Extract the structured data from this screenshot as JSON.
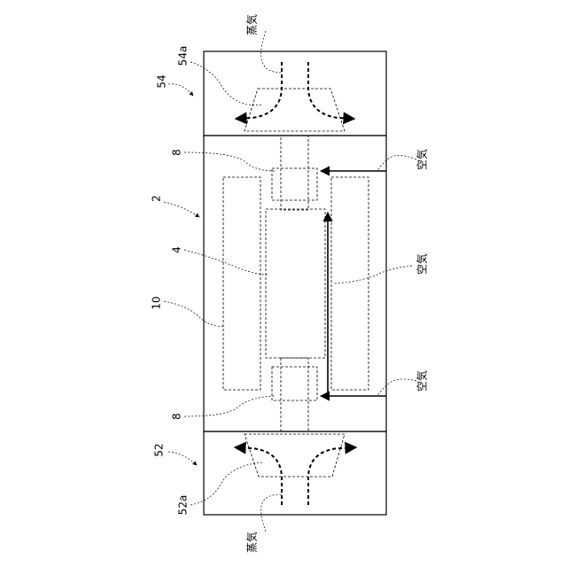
{
  "labels": {
    "ref_54a": "54a",
    "ref_54": "54",
    "ref_8_top": "8",
    "ref_2": "2",
    "ref_4": "4",
    "ref_10": "10",
    "ref_8_bottom": "8",
    "ref_52": "52",
    "ref_52a": "52a",
    "steam_top": "蒸気",
    "steam_bottom": "蒸気",
    "air_top": "空気",
    "air_middle": "空気",
    "air_bottom": "空気"
  }
}
